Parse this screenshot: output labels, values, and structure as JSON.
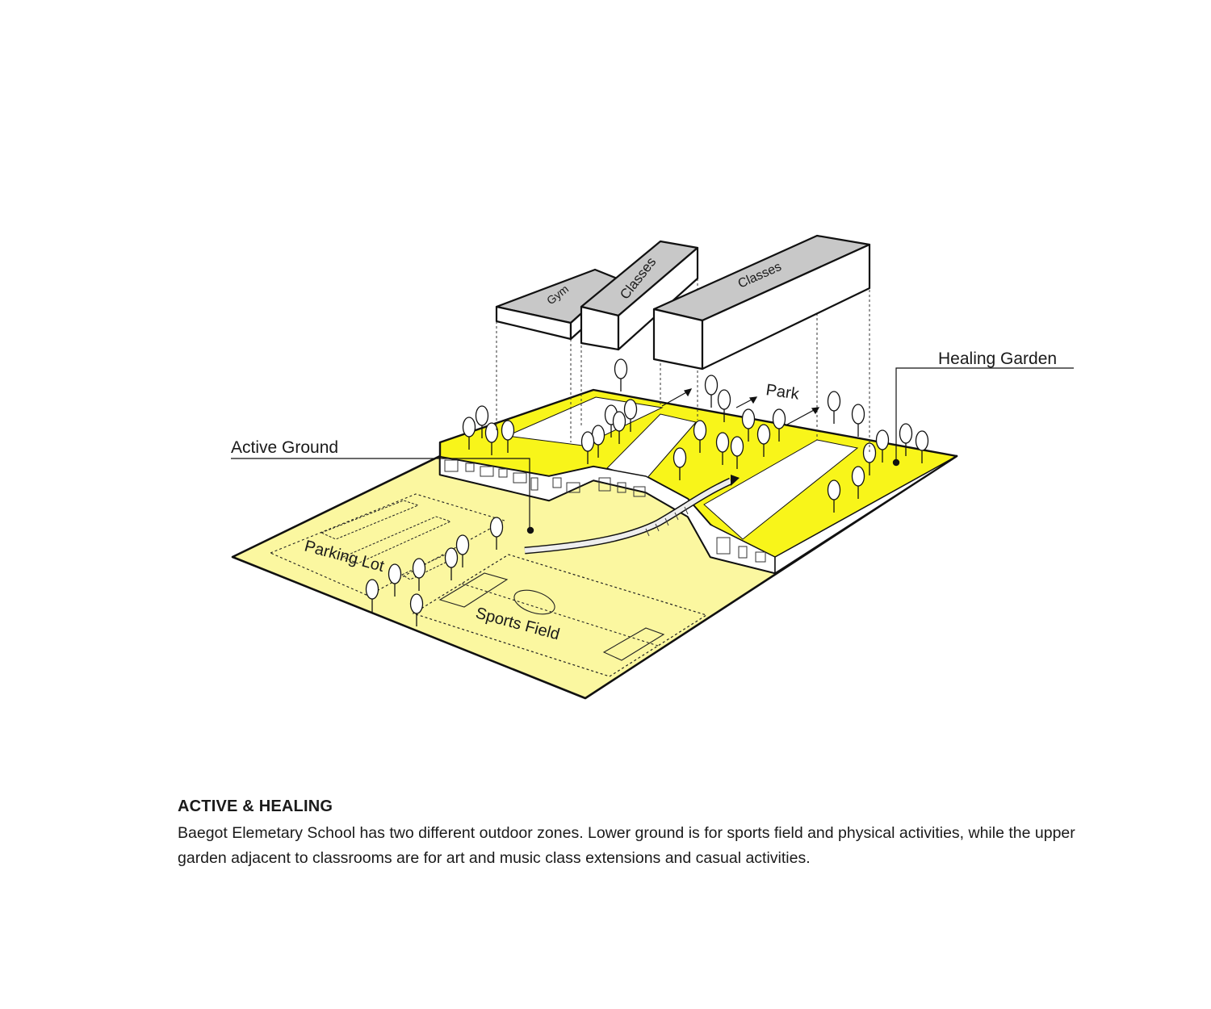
{
  "diagram": {
    "labels": {
      "active_ground": "Active Ground",
      "healing_garden": "Healing Garden",
      "park": "Park",
      "parking_lot": "Parking Lot",
      "sports_field": "Sports Field",
      "gym": "Gym",
      "classes_left": "Classes",
      "classes_right": "Classes"
    },
    "colors": {
      "lower_ground": "#fbf7a0",
      "upper_garden": "#f8f51a",
      "block_top": "#c8c8c8",
      "outline": "#111111"
    }
  },
  "caption": {
    "title": "ACTIVE & HEALING",
    "body": "Baegot Elemetary School has two different outdoor zones. Lower ground is for sports field and physical activities, while the upper garden adjacent to classrooms are for art and music class extensions and casual activities."
  }
}
